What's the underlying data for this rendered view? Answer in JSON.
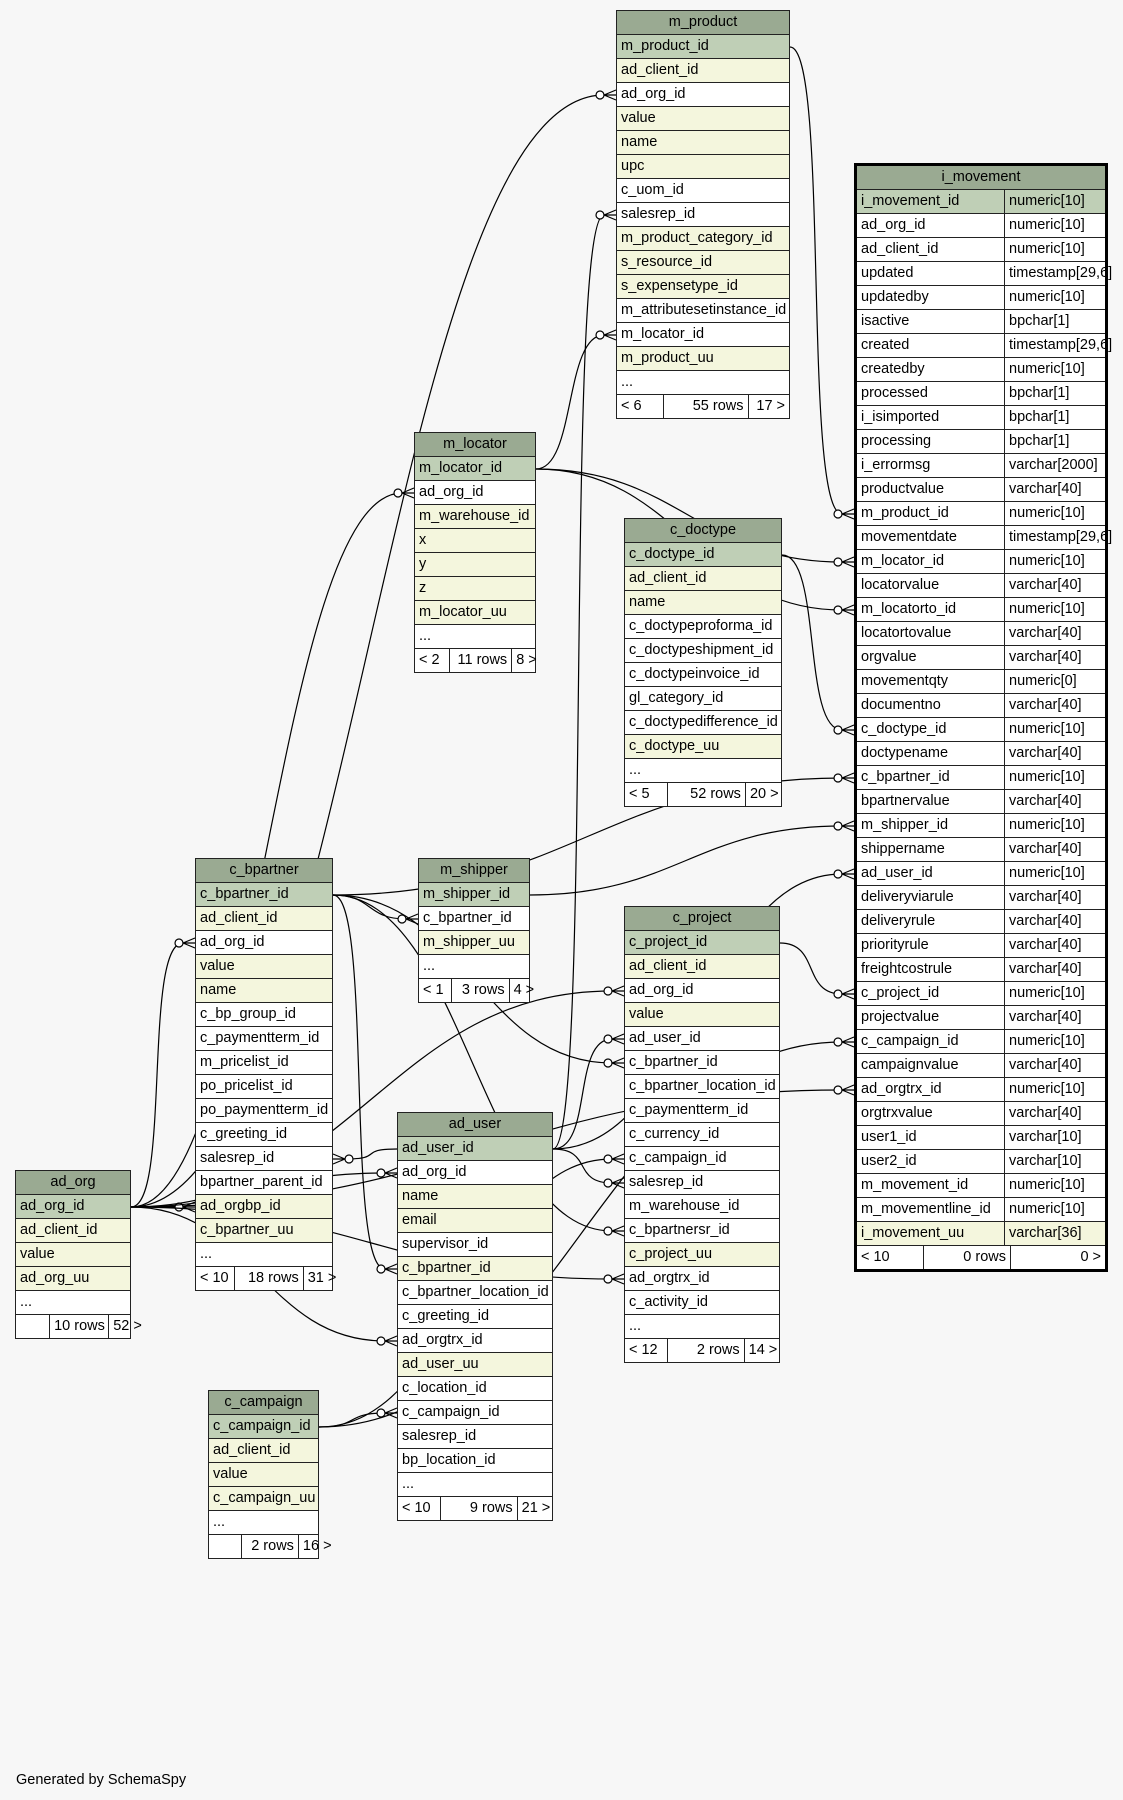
{
  "footer_text": "Generated by SchemaSpy",
  "tables": [
    {
      "id": "m_product",
      "name": "m_product",
      "columns": [
        {
          "name": "m_product_id",
          "kind": "pk"
        },
        {
          "name": "ad_client_id",
          "kind": "ix"
        },
        {
          "name": "ad_org_id",
          "kind": ""
        },
        {
          "name": "value",
          "kind": "ix"
        },
        {
          "name": "name",
          "kind": "ix"
        },
        {
          "name": "upc",
          "kind": "ix"
        },
        {
          "name": "c_uom_id",
          "kind": ""
        },
        {
          "name": "salesrep_id",
          "kind": ""
        },
        {
          "name": "m_product_category_id",
          "kind": "ix"
        },
        {
          "name": "s_resource_id",
          "kind": "ix"
        },
        {
          "name": "s_expensetype_id",
          "kind": "ix"
        },
        {
          "name": "m_attributesetinstance_id",
          "kind": ""
        },
        {
          "name": "m_locator_id",
          "kind": ""
        },
        {
          "name": "m_product_uu",
          "kind": "ix"
        },
        {
          "name": "...",
          "kind": ""
        }
      ],
      "footer": [
        "< 6",
        "55 rows",
        "17 >"
      ]
    },
    {
      "id": "m_locator",
      "name": "m_locator",
      "columns": [
        {
          "name": "m_locator_id",
          "kind": "pk"
        },
        {
          "name": "ad_org_id",
          "kind": ""
        },
        {
          "name": "m_warehouse_id",
          "kind": "ix"
        },
        {
          "name": "x",
          "kind": "ix"
        },
        {
          "name": "y",
          "kind": "ix"
        },
        {
          "name": "z",
          "kind": "ix"
        },
        {
          "name": "m_locator_uu",
          "kind": "ix"
        },
        {
          "name": "...",
          "kind": ""
        }
      ],
      "footer": [
        "< 2",
        "11 rows",
        "8 >"
      ]
    },
    {
      "id": "c_doctype",
      "name": "c_doctype",
      "columns": [
        {
          "name": "c_doctype_id",
          "kind": "pk"
        },
        {
          "name": "ad_client_id",
          "kind": "ix"
        },
        {
          "name": "name",
          "kind": "ix"
        },
        {
          "name": "c_doctypeproforma_id",
          "kind": ""
        },
        {
          "name": "c_doctypeshipment_id",
          "kind": ""
        },
        {
          "name": "c_doctypeinvoice_id",
          "kind": ""
        },
        {
          "name": "gl_category_id",
          "kind": ""
        },
        {
          "name": "c_doctypedifference_id",
          "kind": ""
        },
        {
          "name": "c_doctype_uu",
          "kind": "ix"
        },
        {
          "name": "...",
          "kind": ""
        }
      ],
      "footer": [
        "< 5",
        "52 rows",
        "20 >"
      ]
    },
    {
      "id": "c_bpartner",
      "name": "c_bpartner",
      "columns": [
        {
          "name": "c_bpartner_id",
          "kind": "pk"
        },
        {
          "name": "ad_client_id",
          "kind": "ix"
        },
        {
          "name": "ad_org_id",
          "kind": ""
        },
        {
          "name": "value",
          "kind": "ix"
        },
        {
          "name": "name",
          "kind": "ix"
        },
        {
          "name": "c_bp_group_id",
          "kind": ""
        },
        {
          "name": "c_paymentterm_id",
          "kind": ""
        },
        {
          "name": "m_pricelist_id",
          "kind": ""
        },
        {
          "name": "po_pricelist_id",
          "kind": ""
        },
        {
          "name": "po_paymentterm_id",
          "kind": ""
        },
        {
          "name": "c_greeting_id",
          "kind": ""
        },
        {
          "name": "salesrep_id",
          "kind": ""
        },
        {
          "name": "bpartner_parent_id",
          "kind": ""
        },
        {
          "name": "ad_orgbp_id",
          "kind": "ix"
        },
        {
          "name": "c_bpartner_uu",
          "kind": "ix"
        },
        {
          "name": "...",
          "kind": ""
        }
      ],
      "footer": [
        "< 10",
        "18 rows",
        "31 >"
      ]
    },
    {
      "id": "m_shipper",
      "name": "m_shipper",
      "columns": [
        {
          "name": "m_shipper_id",
          "kind": "pk"
        },
        {
          "name": "c_bpartner_id",
          "kind": ""
        },
        {
          "name": "m_shipper_uu",
          "kind": "ix"
        },
        {
          "name": "...",
          "kind": ""
        }
      ],
      "footer": [
        "< 1",
        "3 rows",
        "4 >"
      ]
    },
    {
      "id": "c_project",
      "name": "c_project",
      "columns": [
        {
          "name": "c_project_id",
          "kind": "pk"
        },
        {
          "name": "ad_client_id",
          "kind": "ix"
        },
        {
          "name": "ad_org_id",
          "kind": ""
        },
        {
          "name": "value",
          "kind": "ix"
        },
        {
          "name": "ad_user_id",
          "kind": ""
        },
        {
          "name": "c_bpartner_id",
          "kind": ""
        },
        {
          "name": "c_bpartner_location_id",
          "kind": ""
        },
        {
          "name": "c_paymentterm_id",
          "kind": ""
        },
        {
          "name": "c_currency_id",
          "kind": ""
        },
        {
          "name": "c_campaign_id",
          "kind": ""
        },
        {
          "name": "salesrep_id",
          "kind": ""
        },
        {
          "name": "m_warehouse_id",
          "kind": ""
        },
        {
          "name": "c_bpartnersr_id",
          "kind": ""
        },
        {
          "name": "c_project_uu",
          "kind": "ix"
        },
        {
          "name": "ad_orgtrx_id",
          "kind": ""
        },
        {
          "name": "c_activity_id",
          "kind": ""
        },
        {
          "name": "...",
          "kind": ""
        }
      ],
      "footer": [
        "< 12",
        "2 rows",
        "14 >"
      ]
    },
    {
      "id": "ad_user",
      "name": "ad_user",
      "columns": [
        {
          "name": "ad_user_id",
          "kind": "pk"
        },
        {
          "name": "ad_org_id",
          "kind": ""
        },
        {
          "name": "name",
          "kind": "ix"
        },
        {
          "name": "email",
          "kind": "ix"
        },
        {
          "name": "supervisor_id",
          "kind": ""
        },
        {
          "name": "c_bpartner_id",
          "kind": "ix"
        },
        {
          "name": "c_bpartner_location_id",
          "kind": ""
        },
        {
          "name": "c_greeting_id",
          "kind": ""
        },
        {
          "name": "ad_orgtrx_id",
          "kind": ""
        },
        {
          "name": "ad_user_uu",
          "kind": "ix"
        },
        {
          "name": "c_location_id",
          "kind": ""
        },
        {
          "name": "c_campaign_id",
          "kind": ""
        },
        {
          "name": "salesrep_id",
          "kind": ""
        },
        {
          "name": "bp_location_id",
          "kind": ""
        },
        {
          "name": "...",
          "kind": ""
        }
      ],
      "footer": [
        "< 10",
        "9 rows",
        "21 >"
      ]
    },
    {
      "id": "ad_org",
      "name": "ad_org",
      "columns": [
        {
          "name": "ad_org_id",
          "kind": "pk"
        },
        {
          "name": "ad_client_id",
          "kind": "ix"
        },
        {
          "name": "value",
          "kind": "ix"
        },
        {
          "name": "ad_org_uu",
          "kind": "ix"
        },
        {
          "name": "...",
          "kind": ""
        }
      ],
      "footer": [
        "",
        "10 rows",
        "52 >"
      ]
    },
    {
      "id": "c_campaign",
      "name": "c_campaign",
      "columns": [
        {
          "name": "c_campaign_id",
          "kind": "pk"
        },
        {
          "name": "ad_client_id",
          "kind": "ix"
        },
        {
          "name": "value",
          "kind": "ix"
        },
        {
          "name": "c_campaign_uu",
          "kind": "ix"
        },
        {
          "name": "...",
          "kind": ""
        }
      ],
      "footer": [
        "",
        "2 rows",
        "16 >"
      ]
    },
    {
      "id": "i_movement",
      "name": "i_movement",
      "columns": [
        {
          "name": "i_movement_id",
          "type": "numeric[10]",
          "kind": "pk"
        },
        {
          "name": "ad_org_id",
          "type": "numeric[10]",
          "kind": ""
        },
        {
          "name": "ad_client_id",
          "type": "numeric[10]",
          "kind": ""
        },
        {
          "name": "updated",
          "type": "timestamp[29,6]",
          "kind": ""
        },
        {
          "name": "updatedby",
          "type": "numeric[10]",
          "kind": ""
        },
        {
          "name": "isactive",
          "type": "bpchar[1]",
          "kind": ""
        },
        {
          "name": "created",
          "type": "timestamp[29,6]",
          "kind": ""
        },
        {
          "name": "createdby",
          "type": "numeric[10]",
          "kind": ""
        },
        {
          "name": "processed",
          "type": "bpchar[1]",
          "kind": ""
        },
        {
          "name": "i_isimported",
          "type": "bpchar[1]",
          "kind": ""
        },
        {
          "name": "processing",
          "type": "bpchar[1]",
          "kind": ""
        },
        {
          "name": "i_errormsg",
          "type": "varchar[2000]",
          "kind": ""
        },
        {
          "name": "productvalue",
          "type": "varchar[40]",
          "kind": ""
        },
        {
          "name": "m_product_id",
          "type": "numeric[10]",
          "kind": ""
        },
        {
          "name": "movementdate",
          "type": "timestamp[29,6]",
          "kind": ""
        },
        {
          "name": "m_locator_id",
          "type": "numeric[10]",
          "kind": ""
        },
        {
          "name": "locatorvalue",
          "type": "varchar[40]",
          "kind": ""
        },
        {
          "name": "m_locatorto_id",
          "type": "numeric[10]",
          "kind": ""
        },
        {
          "name": "locatortovalue",
          "type": "varchar[40]",
          "kind": ""
        },
        {
          "name": "orgvalue",
          "type": "varchar[40]",
          "kind": ""
        },
        {
          "name": "movementqty",
          "type": "numeric[0]",
          "kind": ""
        },
        {
          "name": "documentno",
          "type": "varchar[40]",
          "kind": ""
        },
        {
          "name": "c_doctype_id",
          "type": "numeric[10]",
          "kind": ""
        },
        {
          "name": "doctypename",
          "type": "varchar[40]",
          "kind": ""
        },
        {
          "name": "c_bpartner_id",
          "type": "numeric[10]",
          "kind": ""
        },
        {
          "name": "bpartnervalue",
          "type": "varchar[40]",
          "kind": ""
        },
        {
          "name": "m_shipper_id",
          "type": "numeric[10]",
          "kind": ""
        },
        {
          "name": "shippername",
          "type": "varchar[40]",
          "kind": ""
        },
        {
          "name": "ad_user_id",
          "type": "numeric[10]",
          "kind": ""
        },
        {
          "name": "deliveryviarule",
          "type": "varchar[40]",
          "kind": ""
        },
        {
          "name": "deliveryrule",
          "type": "varchar[40]",
          "kind": ""
        },
        {
          "name": "priorityrule",
          "type": "varchar[40]",
          "kind": ""
        },
        {
          "name": "freightcostrule",
          "type": "varchar[40]",
          "kind": ""
        },
        {
          "name": "c_project_id",
          "type": "numeric[10]",
          "kind": ""
        },
        {
          "name": "projectvalue",
          "type": "varchar[40]",
          "kind": ""
        },
        {
          "name": "c_campaign_id",
          "type": "numeric[10]",
          "kind": ""
        },
        {
          "name": "campaignvalue",
          "type": "varchar[40]",
          "kind": ""
        },
        {
          "name": "ad_orgtrx_id",
          "type": "numeric[10]",
          "kind": ""
        },
        {
          "name": "orgtrxvalue",
          "type": "varchar[40]",
          "kind": ""
        },
        {
          "name": "user1_id",
          "type": "varchar[10]",
          "kind": ""
        },
        {
          "name": "user2_id",
          "type": "varchar[10]",
          "kind": ""
        },
        {
          "name": "m_movement_id",
          "type": "numeric[10]",
          "kind": ""
        },
        {
          "name": "m_movementline_id",
          "type": "numeric[10]",
          "kind": ""
        },
        {
          "name": "i_movement_uu",
          "type": "varchar[36]",
          "kind": "ix"
        }
      ],
      "footer": [
        "< 10",
        "0 rows",
        "0 >"
      ]
    }
  ],
  "relationships": [
    {
      "from": [
        "m_product",
        "m_product_id"
      ],
      "to": [
        "i_movement",
        "m_product_id"
      ]
    },
    {
      "from": [
        "m_locator",
        "m_locator_id"
      ],
      "to": [
        "i_movement",
        "m_locator_id"
      ]
    },
    {
      "from": [
        "m_locator",
        "m_locator_id"
      ],
      "to": [
        "i_movement",
        "m_locatorto_id"
      ]
    },
    {
      "from": [
        "m_locator",
        "m_locator_id"
      ],
      "to": [
        "m_product",
        "m_locator_id"
      ]
    },
    {
      "from": [
        "c_doctype",
        "c_doctype_id"
      ],
      "to": [
        "i_movement",
        "c_doctype_id"
      ]
    },
    {
      "from": [
        "c_bpartner",
        "c_bpartner_id"
      ],
      "to": [
        "i_movement",
        "c_bpartner_id"
      ]
    },
    {
      "from": [
        "c_bpartner",
        "c_bpartner_id"
      ],
      "to": [
        "m_shipper",
        "c_bpartner_id"
      ]
    },
    {
      "from": [
        "c_bpartner",
        "c_bpartner_id"
      ],
      "to": [
        "c_project",
        "c_bpartner_id"
      ]
    },
    {
      "from": [
        "c_bpartner",
        "c_bpartner_id"
      ],
      "to": [
        "c_project",
        "c_bpartnersr_id"
      ]
    },
    {
      "from": [
        "c_bpartner",
        "c_bpartner_id"
      ],
      "to": [
        "ad_user",
        "c_bpartner_id"
      ]
    },
    {
      "from": [
        "m_shipper",
        "m_shipper_id"
      ],
      "to": [
        "i_movement",
        "m_shipper_id"
      ]
    },
    {
      "from": [
        "c_project",
        "c_project_id"
      ],
      "to": [
        "i_movement",
        "c_project_id"
      ]
    },
    {
      "from": [
        "ad_user",
        "ad_user_id"
      ],
      "to": [
        "i_movement",
        "ad_user_id"
      ]
    },
    {
      "from": [
        "ad_user",
        "ad_user_id"
      ],
      "to": [
        "c_project",
        "ad_user_id"
      ]
    },
    {
      "from": [
        "ad_user",
        "ad_user_id"
      ],
      "to": [
        "c_project",
        "salesrep_id"
      ]
    },
    {
      "from": [
        "ad_user",
        "ad_user_id"
      ],
      "to": [
        "c_bpartner",
        "salesrep_id"
      ]
    },
    {
      "from": [
        "ad_user",
        "ad_user_id"
      ],
      "to": [
        "m_product",
        "salesrep_id"
      ]
    },
    {
      "from": [
        "c_campaign",
        "c_campaign_id"
      ],
      "to": [
        "i_movement",
        "c_campaign_id"
      ]
    },
    {
      "from": [
        "c_campaign",
        "c_campaign_id"
      ],
      "to": [
        "c_project",
        "c_campaign_id"
      ]
    },
    {
      "from": [
        "c_campaign",
        "c_campaign_id"
      ],
      "to": [
        "ad_user",
        "c_campaign_id"
      ]
    },
    {
      "from": [
        "ad_org",
        "ad_org_id"
      ],
      "to": [
        "i_movement",
        "ad_orgtrx_id"
      ]
    },
    {
      "from": [
        "ad_org",
        "ad_org_id"
      ],
      "to": [
        "m_product",
        "ad_org_id"
      ]
    },
    {
      "from": [
        "ad_org",
        "ad_org_id"
      ],
      "to": [
        "m_locator",
        "ad_org_id"
      ]
    },
    {
      "from": [
        "ad_org",
        "ad_org_id"
      ],
      "to": [
        "c_bpartner",
        "ad_org_id"
      ]
    },
    {
      "from": [
        "ad_org",
        "ad_org_id"
      ],
      "to": [
        "c_bpartner",
        "ad_orgbp_id"
      ]
    },
    {
      "from": [
        "ad_org",
        "ad_org_id"
      ],
      "to": [
        "ad_user",
        "ad_org_id"
      ]
    },
    {
      "from": [
        "ad_org",
        "ad_org_id"
      ],
      "to": [
        "ad_user",
        "ad_orgtrx_id"
      ]
    },
    {
      "from": [
        "ad_org",
        "ad_org_id"
      ],
      "to": [
        "c_project",
        "ad_org_id"
      ]
    },
    {
      "from": [
        "ad_org",
        "ad_org_id"
      ],
      "to": [
        "c_project",
        "ad_orgtrx_id"
      ]
    }
  ]
}
